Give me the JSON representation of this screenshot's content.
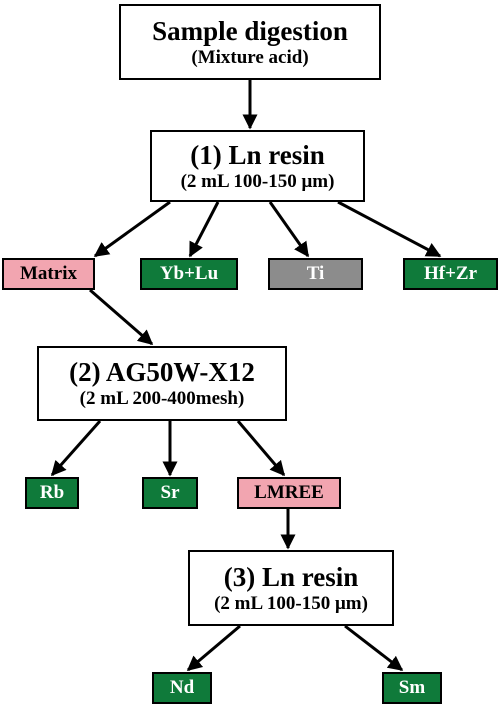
{
  "steps": [
    {
      "title": "Sample digestion",
      "sub": "(Mixture acid)"
    },
    {
      "title": "(1) Ln resin",
      "sub": "(2 mL 100-150 μm)"
    },
    {
      "title": "(2) AG50W-X12",
      "sub": "(2 mL 200-400mesh)"
    },
    {
      "title": "(3) Ln resin",
      "sub": "(2 mL 100-150 μm)"
    }
  ],
  "fractions": {
    "matrix": "Matrix",
    "yb_lu": "Yb+Lu",
    "ti": "Ti",
    "hf_zr": "Hf+Zr",
    "rb": "Rb",
    "sr": "Sr",
    "lmree": "LMREE",
    "nd": "Nd",
    "sm": "Sm"
  },
  "colors": {
    "collected": "#0f7a3a",
    "intermediate": "#f2a5b0",
    "discarded": "#8c8c8c"
  }
}
